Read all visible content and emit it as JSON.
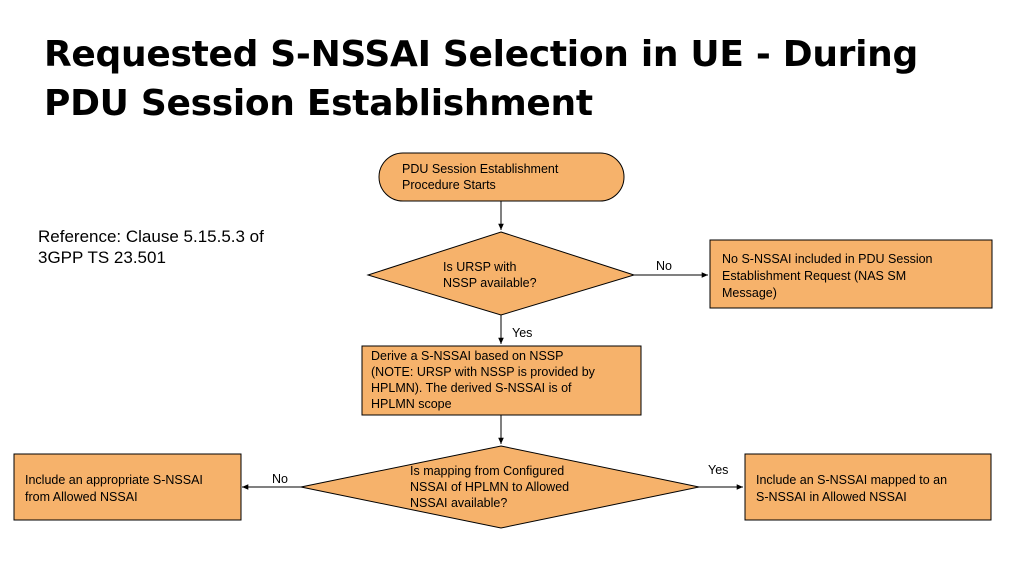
{
  "title": {
    "line1": "Requested S-NSSAI Selection in UE - During",
    "line2": "PDU Session Establishment"
  },
  "reference": {
    "line1": "Reference: Clause 5.15.5.3 of",
    "line2": "3GPP TS 23.501"
  },
  "flowchart": {
    "colors": {
      "fill": "#f6b26b",
      "stroke": "#000000"
    },
    "start": {
      "line1": "PDU Session Establishment",
      "line2": "Procedure Starts"
    },
    "decision1": {
      "line1": "Is URSP with",
      "line2": "NSSP available?"
    },
    "no_sel": {
      "line1": "No S-NSSAI included in PDU Session",
      "line2": "Establishment Request (NAS SM",
      "line3": "Message)"
    },
    "derive": {
      "line1": "Derive a S-NSSAI based on NSSP",
      "line2": "(NOTE: URSP with NSSP is provided by",
      "line3": "HPLMN). The derived S-NSSAI is of",
      "line4": "HPLMN scope"
    },
    "decision2": {
      "line1": "Is mapping from Configured",
      "line2": "NSSAI of HPLMN to Allowed",
      "line3": "NSSAI available?"
    },
    "allowed": {
      "line1": "Include an appropriate S-NSSAI",
      "line2": "from Allowed NSSAI"
    },
    "mapped": {
      "line1": "Include an S-NSSAI mapped to an",
      "line2": "S-NSSAI in Allowed NSSAI"
    },
    "edge_labels": {
      "d1_no": "No",
      "d1_yes": "Yes",
      "d2_no": "No",
      "d2_yes": "Yes"
    }
  }
}
